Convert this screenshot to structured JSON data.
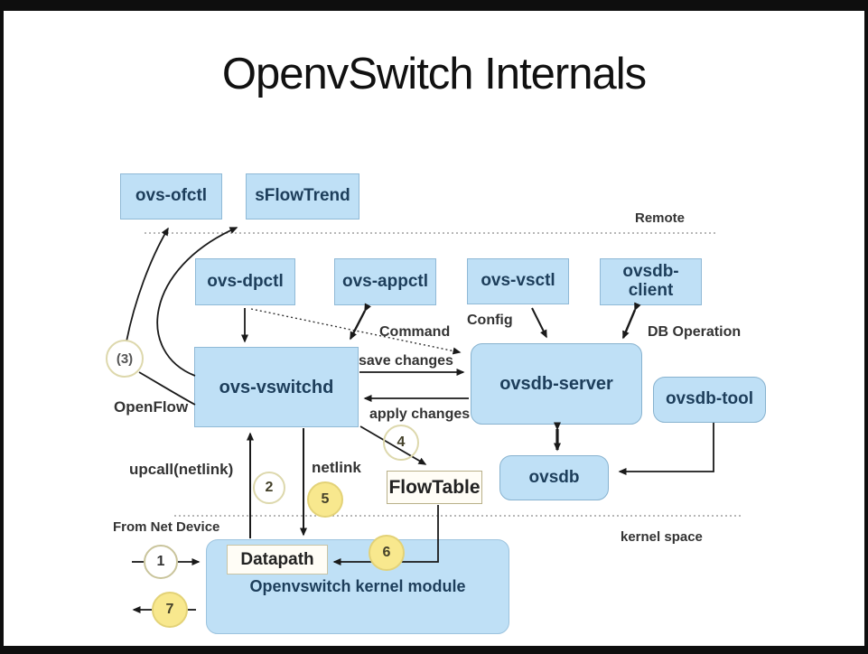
{
  "title": "OpenvSwitch Internals",
  "regions": {
    "remote": "Remote",
    "kernel_space": "kernel space"
  },
  "nodes": {
    "ovs_ofctl": {
      "label": "ovs-ofctl"
    },
    "sflowtrend": {
      "label": "sFlowTrend"
    },
    "ovs_dpctl": {
      "label": "ovs-dpctl"
    },
    "ovs_appctl": {
      "label": "ovs-appctl"
    },
    "ovs_vsctl": {
      "label": "ovs-vsctl"
    },
    "ovsdb_client": {
      "label": "ovsdb-client"
    },
    "ovs_vswitchd": {
      "label": "ovs-vswitchd"
    },
    "ovsdb_server": {
      "label": "ovsdb-server"
    },
    "ovsdb_tool": {
      "label": "ovsdb-tool"
    },
    "ovsdb": {
      "label": "ovsdb"
    },
    "flowtable": {
      "label": "FlowTable"
    },
    "datapath": {
      "label": "Datapath"
    },
    "kernel_module": {
      "label": "Openvswitch kernel module"
    }
  },
  "edge_labels": {
    "command": "Command",
    "config": "Config",
    "db_operation": "DB Operation",
    "save_changes": "save changes",
    "apply_changes": "apply changes",
    "openflow": "OpenFlow",
    "upcall": "upcall(netlink)",
    "netlink": "netlink",
    "from_net_device": "From Net Device"
  },
  "markers": {
    "c1": "1",
    "c2": "2",
    "c3": "(3)",
    "c4": "4",
    "c5": "5",
    "c6": "6",
    "c7": "7"
  },
  "colors": {
    "node_fill": "#bfe0f6",
    "node_border": "#8fb9d6",
    "node_text": "#1d3e5b",
    "yellow_marker_fill": "#f8e88e",
    "marker_border": "#ddd8ac",
    "line": "#1a1a1a",
    "separator": "#8c8c8c",
    "frame": "#0e0e0e"
  }
}
